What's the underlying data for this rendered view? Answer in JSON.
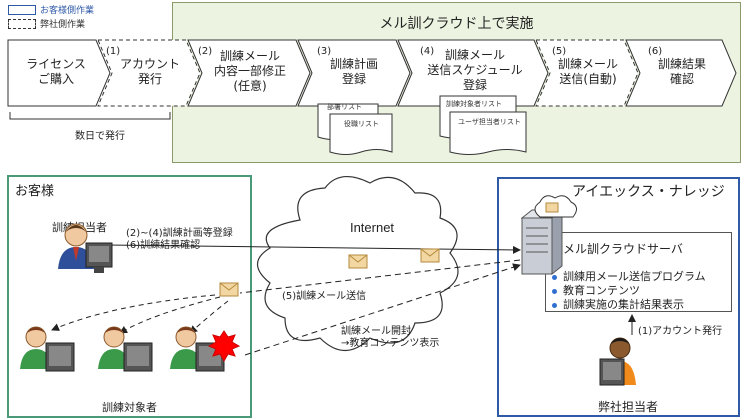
{
  "legend": {
    "customer_work": "お客様側作業",
    "company_work": "弊社側作業"
  },
  "band_title": "メル訓クラウド上で実施",
  "steps": [
    {
      "num": "",
      "line1": "ライセンス",
      "line2": "ご購入",
      "line3": ""
    },
    {
      "num": "(1)",
      "line1": "アカウント",
      "line2": "発行",
      "line3": ""
    },
    {
      "num": "(2)",
      "line1": "訓練メール",
      "line2": "内容一部修正",
      "line3": "(任意)"
    },
    {
      "num": "(3)",
      "line1": "訓練計画",
      "line2": "登録",
      "line3": ""
    },
    {
      "num": "(4)",
      "line1": "訓練メール",
      "line2": "送信スケジュール",
      "line3": "登録"
    },
    {
      "num": "(5)",
      "line1": "訓練メール",
      "line2": "送信(自動)",
      "line3": ""
    },
    {
      "num": "(6)",
      "line1": "訓練結果",
      "line2": "確認",
      "line3": ""
    }
  ],
  "docs": {
    "dept_list": "部署リスト",
    "position_list": "役職リスト",
    "target_list": "訓練対象者リスト",
    "user_manager_list": "ユーザ担当者リスト"
  },
  "lead_time": "数日で発行",
  "customer": {
    "title": "お客様",
    "manager": "訓練担当者",
    "action_line1": "(2)~(4)訓練計画等登録",
    "action_line2": "(6)訓練結果確認",
    "targets": "訓練対象者"
  },
  "internet": {
    "label": "Internet",
    "send": "(5)訓練メール送信",
    "open_line1": "訓練メール開封",
    "open_line2": "→教育コンテンツ表示"
  },
  "company": {
    "title": "アイエックス・ナレッジ",
    "server": "メル訓クラウドサーバ",
    "features": [
      "訓練用メール送信プログラム",
      "教育コンテンツ",
      "訓練実施の集計結果表示"
    ],
    "account": "(1)アカウント発行",
    "staff": "弊社担当者"
  },
  "colors": {
    "band": "#ecf4e1",
    "customer_border": "#4a9a7a",
    "company_border": "#2f5aa8",
    "alert": "#ff0000"
  }
}
